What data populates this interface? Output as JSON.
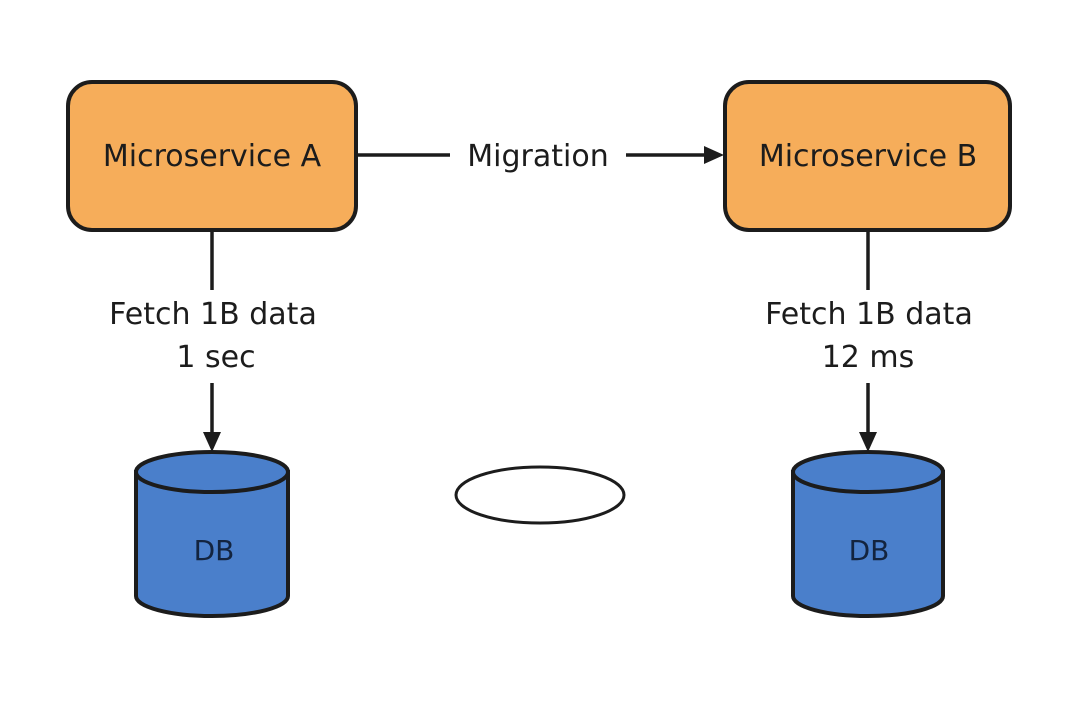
{
  "diagram": {
    "service_a": {
      "label": "Microservice A",
      "fill": "#f6ad5a"
    },
    "service_b": {
      "label": "Microservice B",
      "fill": "#f6ad5a"
    },
    "migration_label": "Migration",
    "fetch_a": {
      "line1": "Fetch 1B data",
      "line2": "1 sec"
    },
    "fetch_b": {
      "line1": "Fetch 1B data",
      "line2": "12 ms"
    },
    "db_a": {
      "label": "DB",
      "fill": "#4a7fcb"
    },
    "db_b": {
      "label": "DB",
      "fill": "#4a7fcb"
    }
  }
}
